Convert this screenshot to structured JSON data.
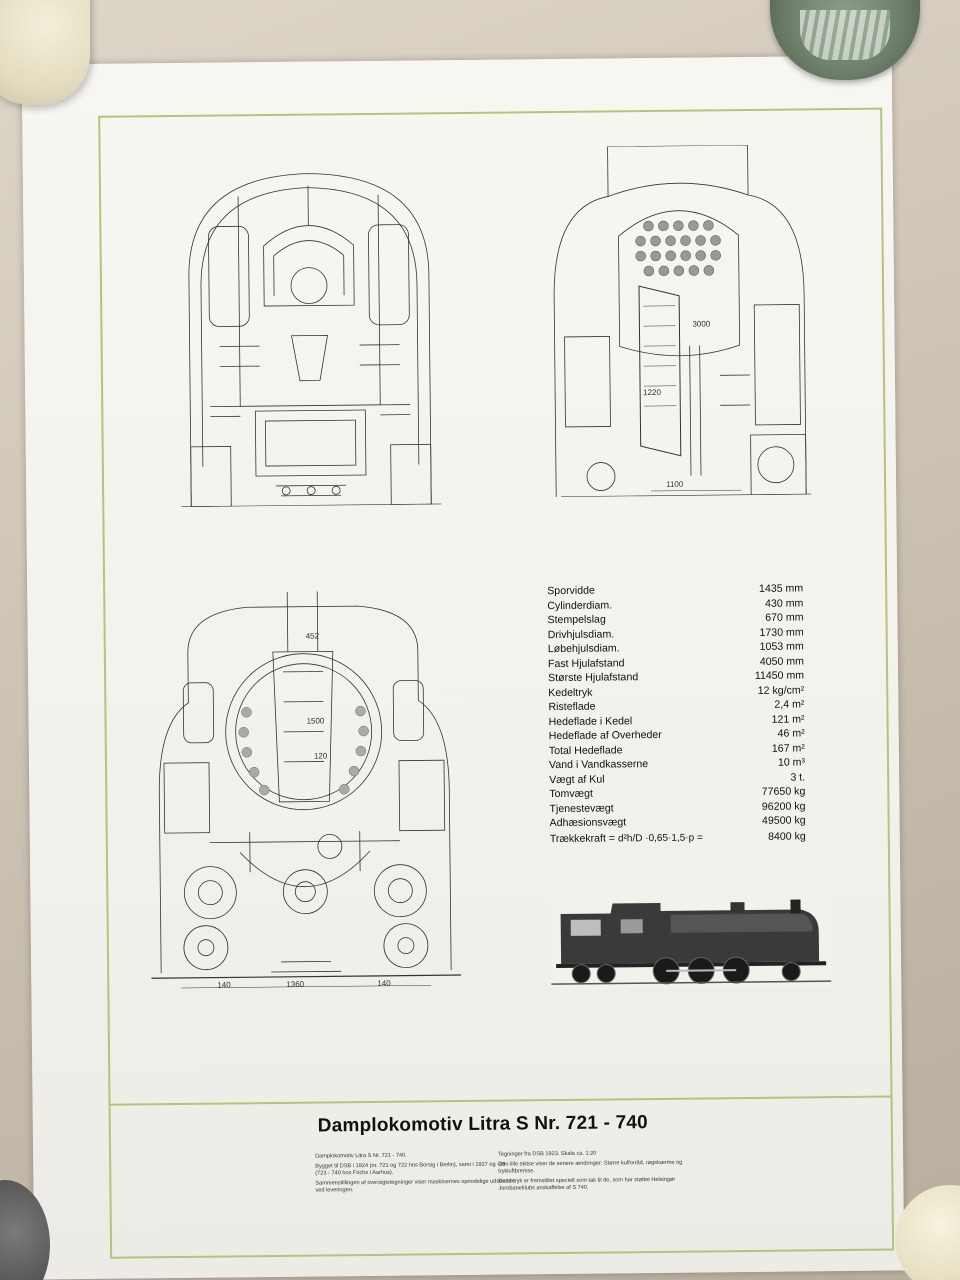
{
  "poster": {
    "title": "Damplokomotiv Litra S Nr. 721 - 740",
    "dimension_labels": [
      "452",
      "1500",
      "120",
      "1360",
      "140",
      "140",
      "3000",
      "1220",
      "1100"
    ],
    "notes_left": [
      "Damplokomotiv Litra S Nr. 721 - 740.",
      "Bygget til DSB i 1924 (nr. 721 og 722 hos Borsig i Berlin), samt i 1927 og -28 (723 - 740 hos Frichs i Aarhus).",
      "Sammenstillingen af oversigtstegninger viser maskinernes oprindelige udseende ved leveringen."
    ],
    "notes_right": [
      "Tegninger fra DSB 1923. Skala ca. 1:20",
      "Den lille skitse viser de senere ændringer: Større kulforråd, røgskærme og trykluftbremse.",
      "Dette tryk er fremstillet specielt som tak til de, som har støttet Helsingør Jernbaneklubs anskaffelse af S 740."
    ]
  },
  "specs": [
    {
      "name": "Sporvidde",
      "value": "1435 mm"
    },
    {
      "name": "Cylinderdiam.",
      "value": "430 mm"
    },
    {
      "name": "Stempelslag",
      "value": "670 mm"
    },
    {
      "name": "Drivhjulsdiam.",
      "value": "1730 mm"
    },
    {
      "name": "Løbehjulsdiam.",
      "value": "1053 mm"
    },
    {
      "name": "Fast Hjulafstand",
      "value": "4050 mm"
    },
    {
      "name": "Største Hjulafstand",
      "value": "11450 mm"
    },
    {
      "name": "Kedeltryk",
      "value": "12 kg/cm²"
    },
    {
      "name": "Risteflade",
      "value": "2,4 m²"
    },
    {
      "name": "Hedeflade i Kedel",
      "value": "121 m²"
    },
    {
      "name": "Hedeflade af Overheder",
      "value": "46 m²"
    },
    {
      "name": "Total Hedeflade",
      "value": "167 m²"
    },
    {
      "name": "Vand i Vandkasserne",
      "value": "10 m³"
    },
    {
      "name": "Vægt af Kul",
      "value": "3 t."
    },
    {
      "name": "Tomvægt",
      "value": "77650 kg"
    },
    {
      "name": "Tjenestevægt",
      "value": "96200 kg"
    },
    {
      "name": "Adhæsionsvægt",
      "value": "49500 kg"
    }
  ],
  "formula": {
    "name": "Trækkekraft =",
    "expression": "d²h/D ·0,65·1,5·p =",
    "value": "8400 kg"
  }
}
